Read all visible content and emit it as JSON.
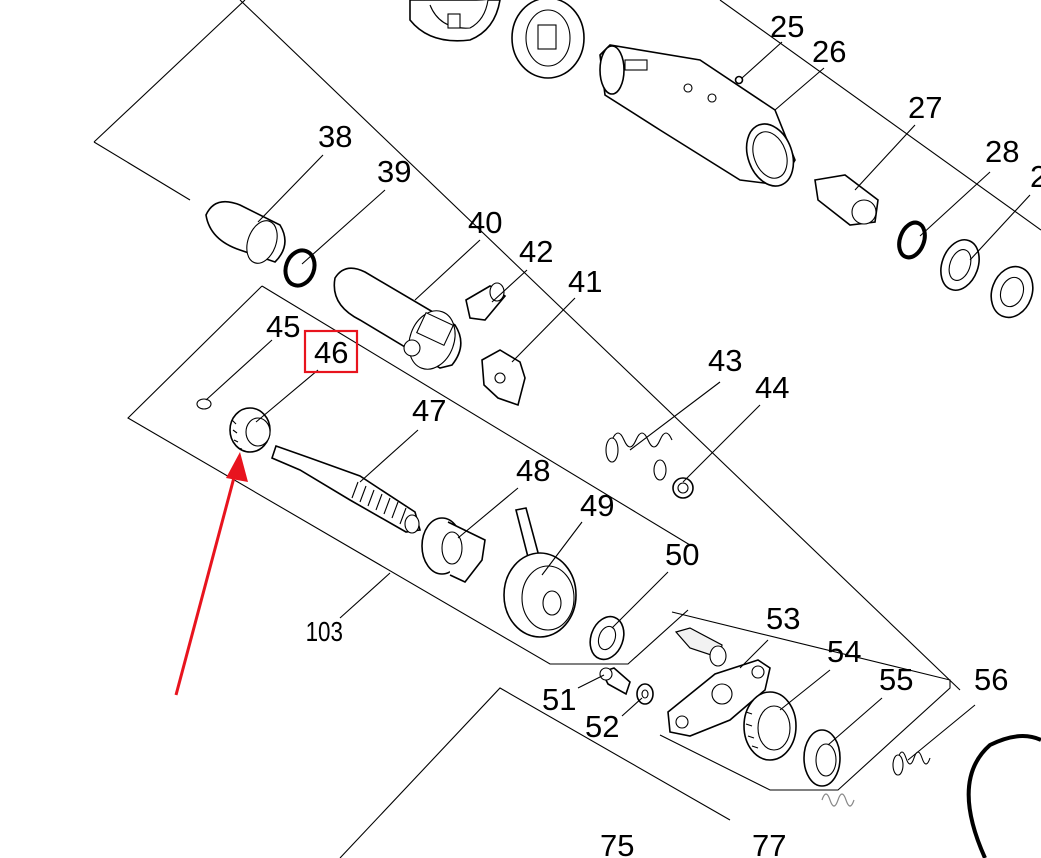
{
  "labels": {
    "p25": "25",
    "p26": "26",
    "p27": "27",
    "p28": "28",
    "p29": "2",
    "p38": "38",
    "p39": "39",
    "p40": "40",
    "p41": "41",
    "p42": "42",
    "p43": "43",
    "p44": "44",
    "p45": "45",
    "p46": "46",
    "p47": "47",
    "p48": "48",
    "p49": "49",
    "p50": "50",
    "p51": "51",
    "p52": "52",
    "p53": "53",
    "p54": "54",
    "p55": "55",
    "p56": "56",
    "p75": "75",
    "p77": "77",
    "p103": "103"
  },
  "highlight": {
    "part": "46",
    "box_color": "#e8141e",
    "arrow_color": "#e8141e"
  }
}
